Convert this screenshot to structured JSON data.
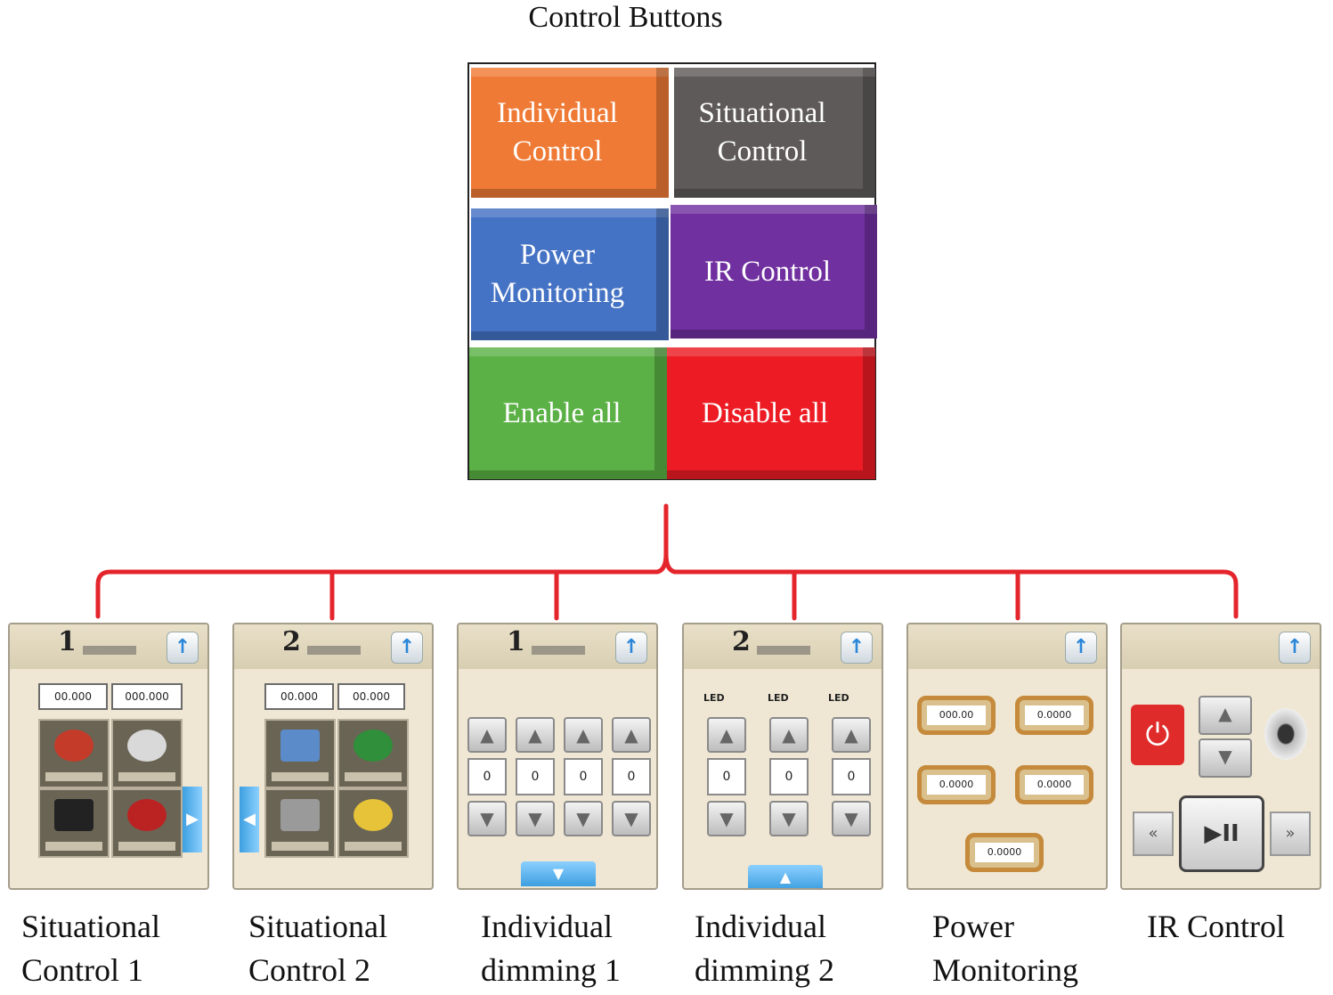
{
  "title": "Control Buttons",
  "control_buttons": [
    {
      "lines": [
        "Individual",
        "Control"
      ],
      "color": "#ef7a35"
    },
    {
      "lines": [
        "Situational",
        "Control"
      ],
      "color": "#5e5a5a"
    },
    {
      "lines": [
        "Power",
        "Monitoring"
      ],
      "color": "#4472c4"
    },
    {
      "lines": [
        "IR Control"
      ],
      "color": "#7030a0"
    },
    {
      "lines": [
        "Enable all"
      ],
      "color": "#5bb146"
    },
    {
      "lines": [
        "Disable all"
      ],
      "color": "#ed1c24"
    }
  ],
  "connector_color": "#e4252c",
  "screens": [
    {
      "caption": [
        "Situational",
        "Control 1"
      ],
      "number": "1",
      "values": [
        "00.000",
        "000.000"
      ]
    },
    {
      "caption": [
        "Situational",
        "Control 2"
      ],
      "number": "2",
      "values": [
        "00.000",
        "00.000"
      ]
    },
    {
      "caption": [
        "Individual",
        "dimming 1"
      ],
      "number": "1",
      "values": [
        "0",
        "0",
        "0",
        "0"
      ]
    },
    {
      "caption": [
        "Individual",
        "dimming 2"
      ],
      "number": "2",
      "channel_labels": [
        "LED",
        "LED",
        "LED"
      ],
      "values": [
        "0",
        "0",
        "0"
      ]
    },
    {
      "caption": [
        "Power",
        "Monitoring"
      ],
      "values": [
        "000.00",
        "0.0000",
        "0.0000",
        "0.0000",
        "0.0000"
      ]
    },
    {
      "caption": [
        "IR Control"
      ]
    }
  ],
  "icons": {
    "back": "up-arrow-icon",
    "power": "power-icon",
    "speaker": "speaker-icon",
    "play_pause": "play-pause-icon",
    "rewind": "rewind-icon",
    "forward": "fast-forward-icon"
  }
}
